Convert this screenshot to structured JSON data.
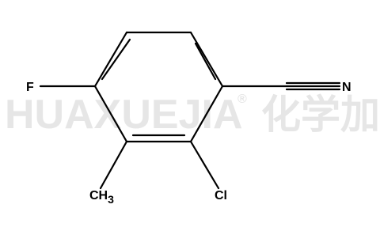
{
  "watermark": {
    "latin": "HUAXUEJIA",
    "registered": "®",
    "chinese": "化学加"
  },
  "molecule": {
    "atoms": {
      "fluorine": "F",
      "nitrogen": "N",
      "chlorine": "Cl",
      "methyl_c": "CH",
      "methyl_sub": "3"
    }
  }
}
